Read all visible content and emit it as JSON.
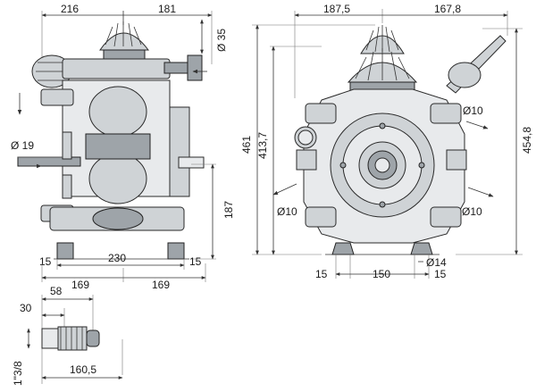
{
  "dimensions": {
    "side_view": {
      "top_left": "216",
      "top_right": "181",
      "shaft_diameter": "Ø 35",
      "port_diameter": "Ø 19",
      "height_right": "187",
      "foot_left": "15",
      "foot_span": "230",
      "foot_right": "15",
      "half_left": "169",
      "half_right": "169"
    },
    "front_view": {
      "top_left": "187,5",
      "top_right": "167,8",
      "height_total": "461",
      "height_inner": "413,7",
      "height_right": "454,8",
      "port_upper_right": "Ø10",
      "port_lower_left": "Ø10",
      "port_lower_right": "Ø10",
      "hole_diameter": "Ø14",
      "base_left": "15",
      "base_span": "150",
      "base_right": "15"
    },
    "shaft_view": {
      "length_30": "30",
      "length_58": "58",
      "thread": "1\"3/8",
      "length_total": "160,5"
    }
  },
  "colors": {
    "metal": "#cfd3d6",
    "metal_dark": "#9ea4a9",
    "line": "#333333"
  }
}
